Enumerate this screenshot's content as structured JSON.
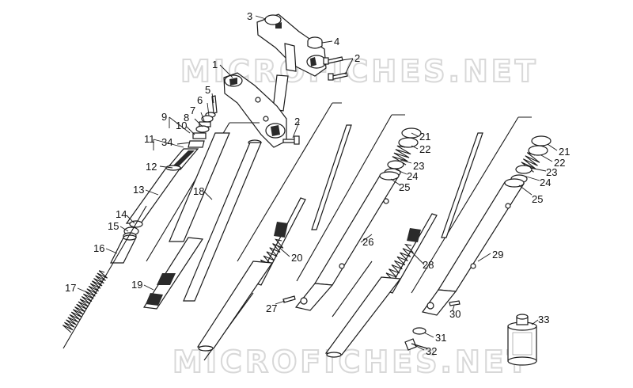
{
  "watermark": {
    "top": "MICROFICHES.NET",
    "bottom": "MICROFICHES.NET"
  },
  "part_numbers": [
    "1",
    "2",
    "2",
    "3",
    "4",
    "5",
    "6",
    "7",
    "8",
    "9",
    "10",
    "11",
    "34",
    "12",
    "13",
    "14",
    "15",
    "16",
    "17",
    "18",
    "19",
    "20",
    "21",
    "22",
    "23",
    "24",
    "25",
    "26",
    "27",
    "21",
    "22",
    "23",
    "24",
    "25",
    "28",
    "29",
    "30",
    "31",
    "32",
    "33"
  ]
}
